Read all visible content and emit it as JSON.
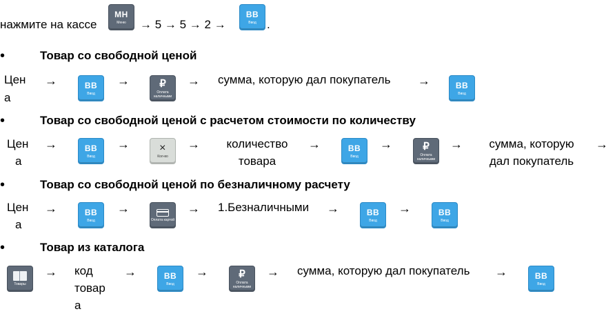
{
  "intro": {
    "text_before": "нажмите на кассе",
    "text_middle": "→ 5 → 5 → 2 →",
    "text_after": "."
  },
  "keys": {
    "mn": {
      "label": "МН",
      "sub": "Меню"
    },
    "vv": {
      "label": "ВВ",
      "sub": "Ввод"
    },
    "cash": {
      "symbol": "₽",
      "sub": "Оплата наличными"
    },
    "mult": {
      "symbol": "×",
      "sub": "Кол-во"
    },
    "card": {
      "sub": "Оплата картой"
    },
    "catalog": {
      "sub": "Товары"
    }
  },
  "arrow": "→",
  "bullet": "•",
  "sections": [
    {
      "heading": "Товар со свободной ценой",
      "price_label": [
        "Цен",
        "а"
      ],
      "amount_text": "сумма, которую дал покупатель"
    },
    {
      "heading": "Товар со свободной ценой с расчетом стоимости по количеству",
      "price_label": [
        "Цен",
        "а"
      ],
      "qty_text": [
        "количество",
        "товара"
      ],
      "amount_text": [
        "сумма, которую",
        "дал покупатель"
      ]
    },
    {
      "heading": "Товар со свободной ценой по безналичному расчету",
      "price_label": [
        "Цен",
        "а"
      ],
      "cashless_text": "1.Безналичными"
    },
    {
      "heading": "Товар из каталога",
      "code_label": [
        "код",
        "товар",
        "а"
      ],
      "amount_text": "сумма, которую дал покупатель"
    }
  ],
  "colors": {
    "key_blue": "#3ea6e6",
    "key_gray": "#5f6a78",
    "key_light": "#d9ddd9"
  }
}
